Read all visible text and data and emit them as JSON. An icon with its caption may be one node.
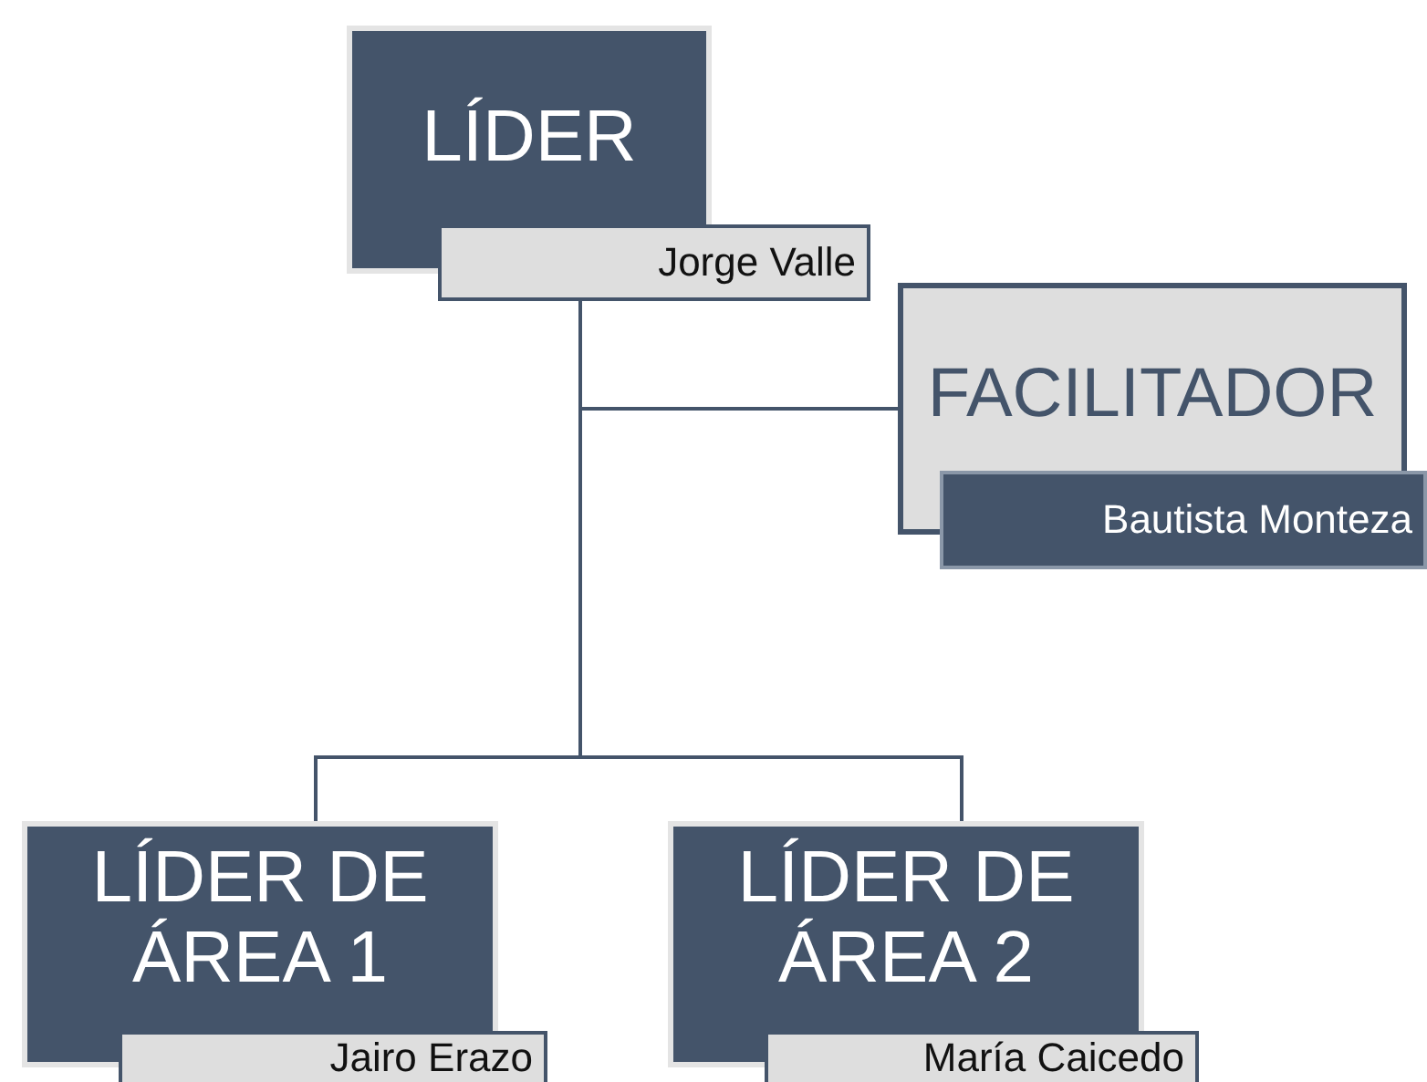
{
  "diagram": {
    "nodes": [
      {
        "text": [
          "LÍDER",
          "Jorge Valle"
        ]
      },
      {
        "text": [
          "FACILITADOR",
          "Bautista Monteza"
        ]
      },
      {
        "text": [
          "LÍDER DE ÁREA 1",
          "Jairo Erazo"
        ]
      },
      {
        "text": [
          "LÍDER DE ÁREA 2",
          "María Caicedo"
        ]
      }
    ],
    "edges": [
      {
        "from": 0,
        "to": 1,
        "arrow": "none"
      },
      {
        "from": 0,
        "to": 2,
        "arrow": "none"
      },
      {
        "from": 0,
        "to": 3,
        "arrow": "none"
      }
    ]
  }
}
